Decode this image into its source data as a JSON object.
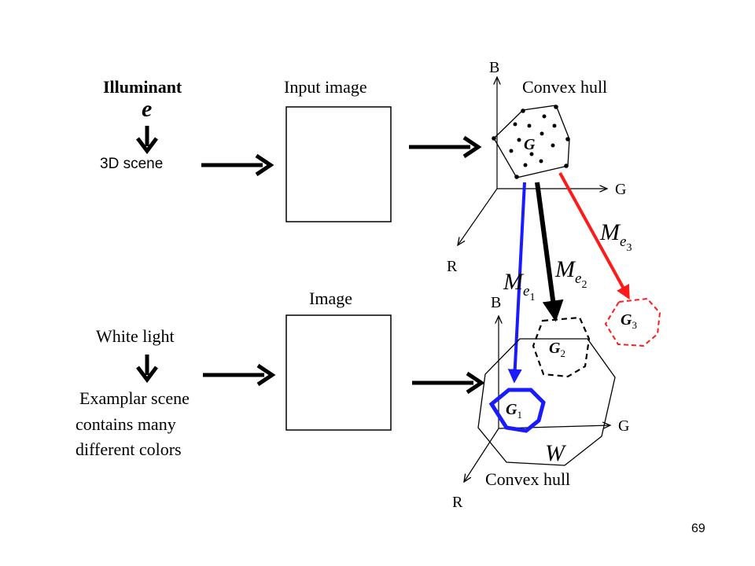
{
  "top_row": {
    "illuminant_label": "Illuminant",
    "illuminant_symbol": "e",
    "scene_label": "3D scene",
    "image_label": "Input image",
    "hull_label": "Convex hull",
    "hull_symbol": "G",
    "axes": {
      "b": "B",
      "g": "G",
      "r": "R"
    }
  },
  "bottom_row": {
    "light_label": "White light",
    "scene_line1": "Examplar scene",
    "scene_line2": "contains many",
    "scene_line3": "different colors",
    "image_label": "Image",
    "hull_label": "Convex hull",
    "canonical_symbol": "W",
    "axes": {
      "b": "B",
      "g": "G",
      "r": "R"
    }
  },
  "mappings": [
    {
      "base": "M",
      "sub": "e",
      "index": "1",
      "target": "G",
      "target_index": "1",
      "color": "#1a1aff"
    },
    {
      "base": "M",
      "sub": "e",
      "index": "2",
      "target": "G",
      "target_index": "2",
      "color": "#000000"
    },
    {
      "base": "M",
      "sub": "e",
      "index": "3",
      "target": "G",
      "target_index": "3",
      "color": "#ff1a1a"
    }
  ],
  "page_number": "69"
}
